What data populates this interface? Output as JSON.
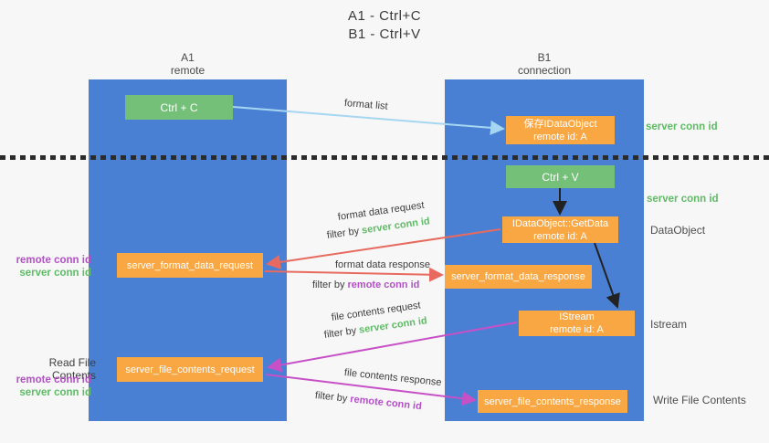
{
  "title": {
    "line1": "A1 - Ctrl+C",
    "line2": "B1 - Ctrl+V"
  },
  "lanes": {
    "a1": {
      "name": "A1",
      "subtitle": "remote"
    },
    "b1": {
      "name": "B1",
      "subtitle": "connection"
    }
  },
  "boxes": {
    "ctrl_c": {
      "label": "Ctrl + C"
    },
    "ctrl_v": {
      "label": "Ctrl + V"
    },
    "save_dataobject": {
      "line1": "保存IDataObject",
      "line2": "remote id: A"
    },
    "getdata": {
      "line1": "IDataObject::GetData",
      "line2": "remote id: A"
    },
    "format_request": {
      "label": "server_format_data_request"
    },
    "format_response": {
      "label": "server_format_data_response"
    },
    "istream": {
      "line1": "IStream",
      "line2": "remote id: A"
    },
    "file_request": {
      "label": "server_file_contents_request"
    },
    "file_response": {
      "label": "server_file_contents_response"
    }
  },
  "arrow_labels": {
    "format_list": "format list",
    "format_data_request": "format data request",
    "format_data_response": "format data response",
    "file_contents_request": "file contents request",
    "file_contents_response": "file contents response",
    "filter_prefix": "filter by ",
    "filter_server": "server conn id",
    "filter_remote": "remote conn id"
  },
  "side_labels": {
    "server_conn_id_top": "server conn id",
    "server_conn_id_mid": "server conn id",
    "dataobject": "DataObject",
    "istream": "Istream",
    "write_file_contents": "Write File Contents",
    "read_file_contents": "Read File Contents",
    "left_group1": {
      "remote": "remote conn id",
      "server": "server conn id"
    },
    "left_group2": {
      "remote": "remote conn id",
      "server": "server conn id"
    }
  },
  "colors": {
    "lane_blue": "#4a80d4",
    "box_green": "#74c078",
    "box_orange": "#f8a742",
    "text_green": "#5fbb66",
    "text_purple": "#b44fc8",
    "arrow_blue": "#a6d6f2",
    "arrow_red": "#e86a5e",
    "arrow_magenta": "#c750c7",
    "arrow_black": "#222222"
  }
}
